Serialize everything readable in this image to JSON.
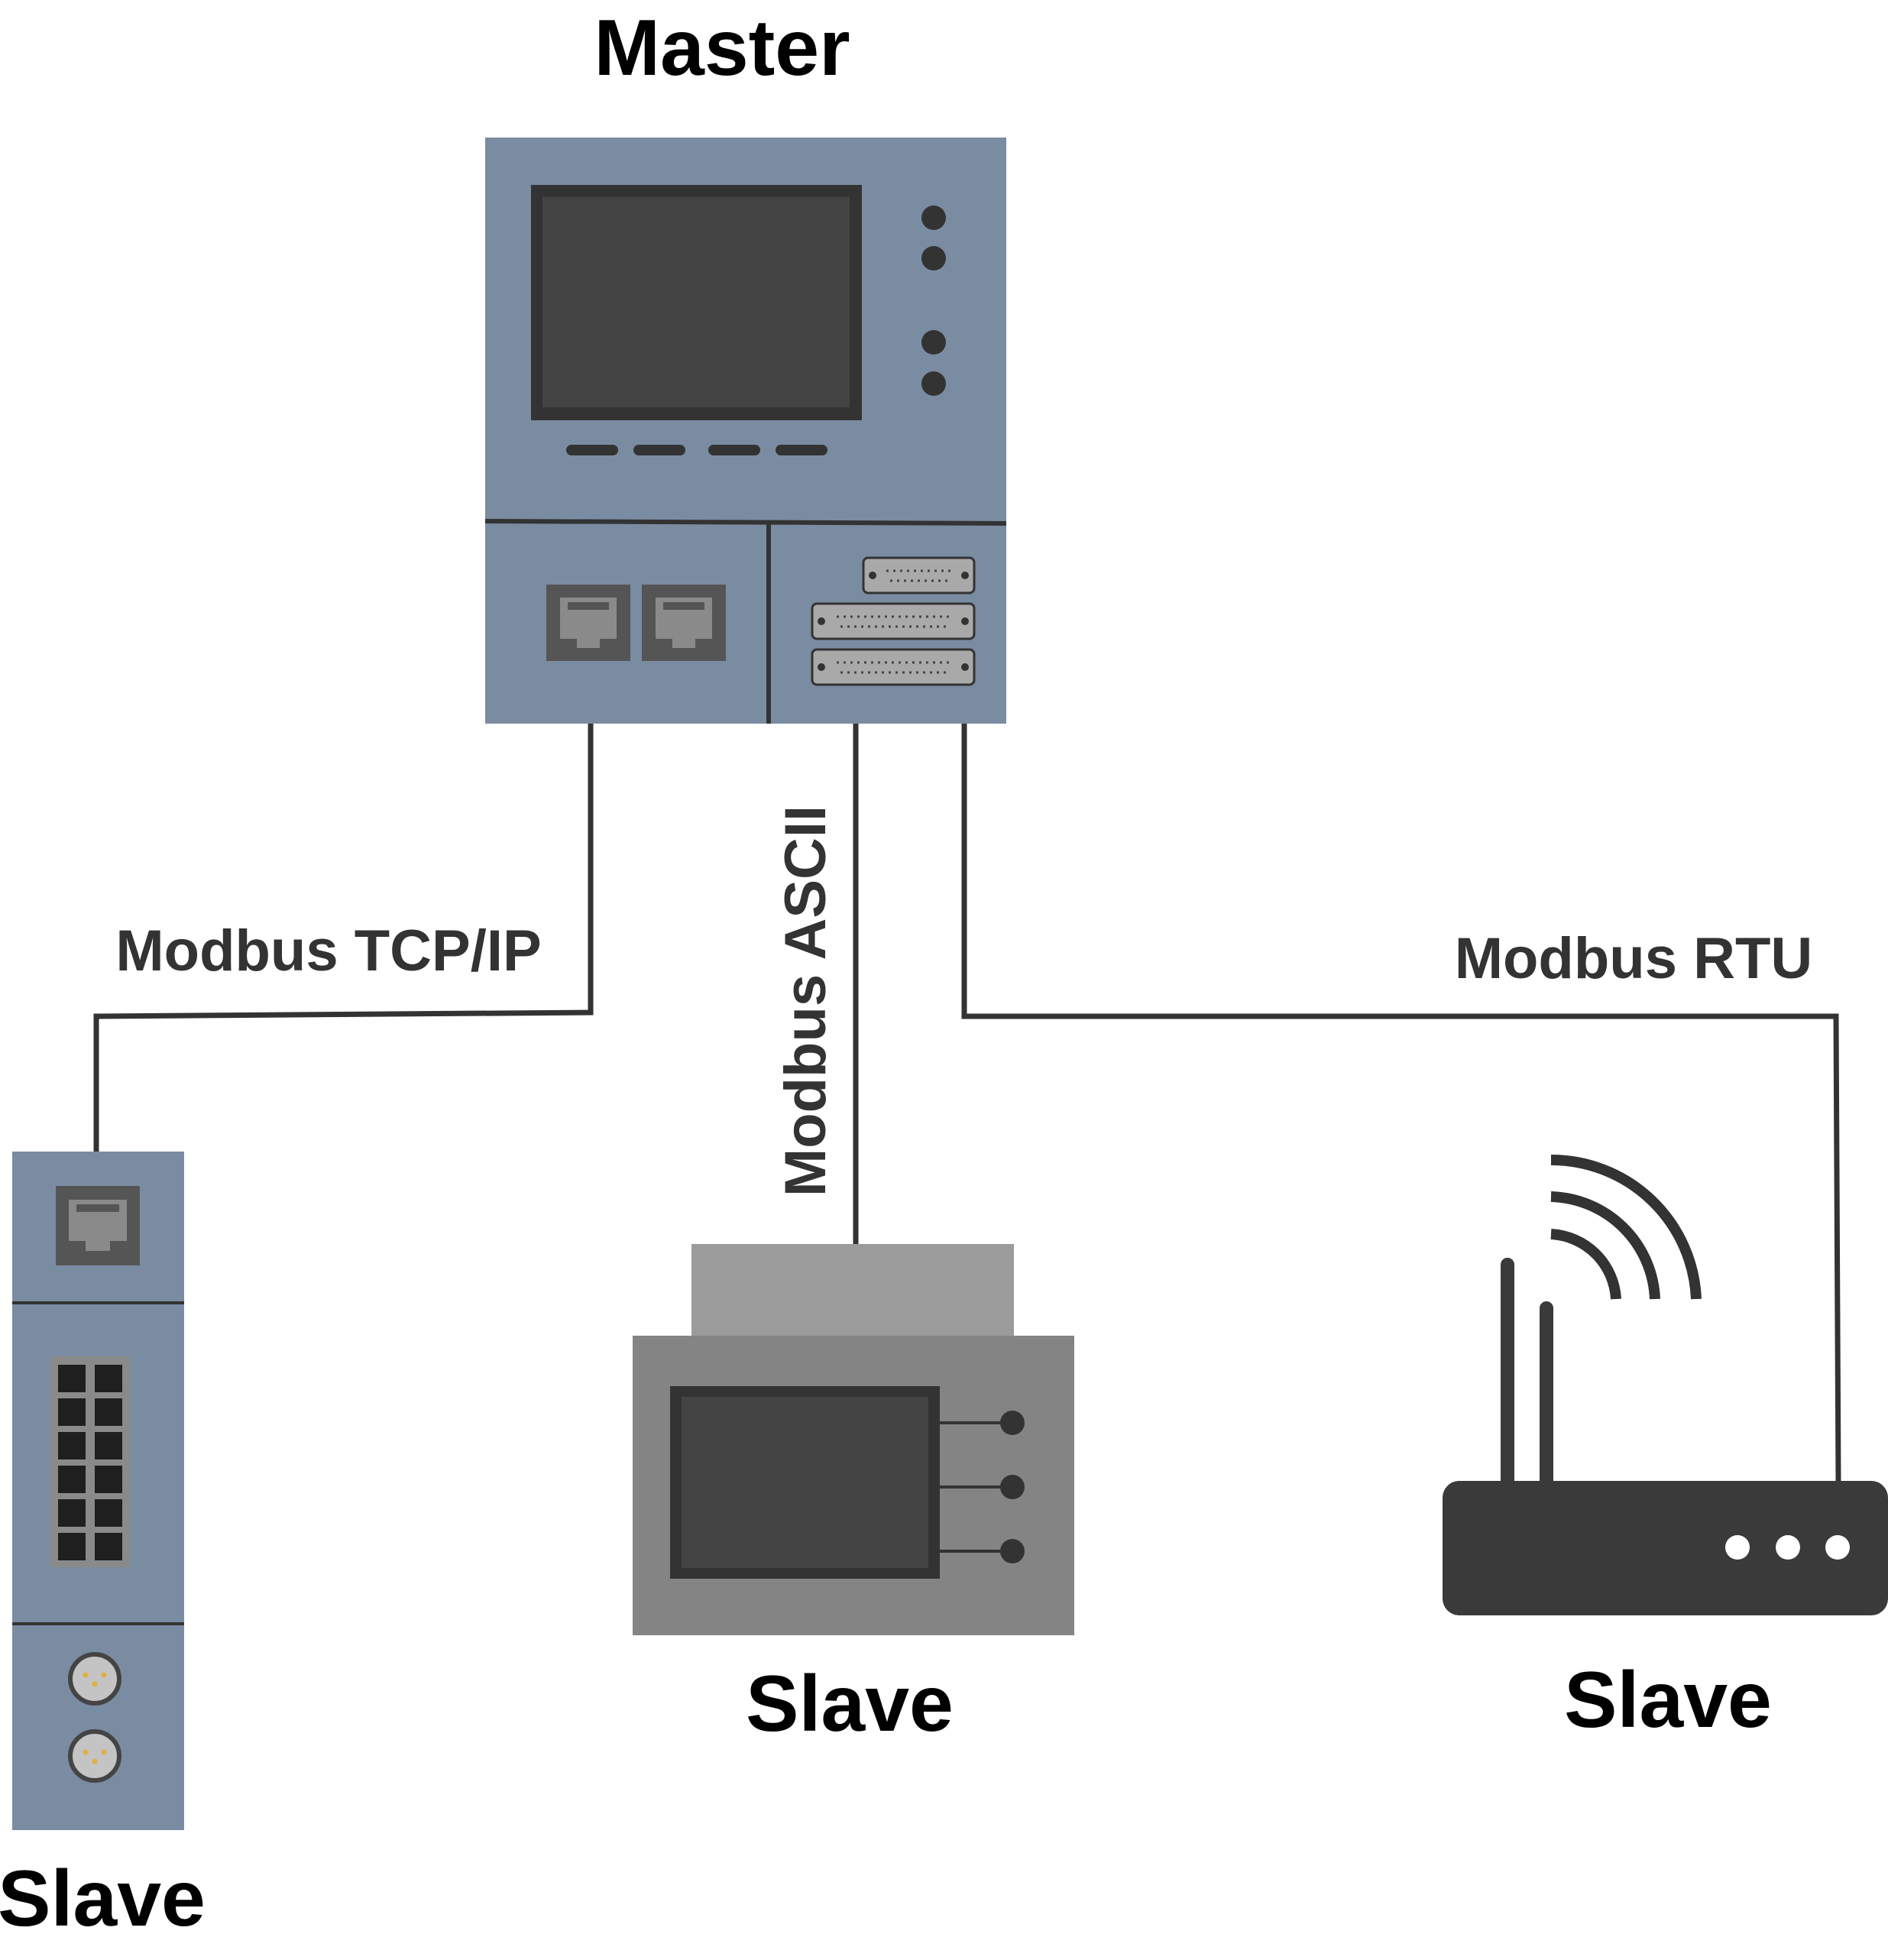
{
  "labels": {
    "master": "Master",
    "slave_left": "Slave",
    "slave_center": "Slave",
    "slave_right": "Slave"
  },
  "links": {
    "tcp": "Modbus TCP/IP",
    "ascii": "Modbus ASCII",
    "rtu": "Modbus RTU"
  },
  "colors": {
    "device_blue": "#7a8ca2",
    "device_gray": "#848484",
    "device_light_gray": "#9b9b9b",
    "screen_dark": "#3e3e3e",
    "wire": "#333333",
    "router": "#3a3a3a",
    "label_text": "#000000",
    "link_text": "#333333"
  },
  "icons": {
    "master": "hmi-controller-icon",
    "slave_left": "din-rail-module-icon",
    "slave_center": "panel-display-icon",
    "slave_right": "wifi-router-icon"
  }
}
